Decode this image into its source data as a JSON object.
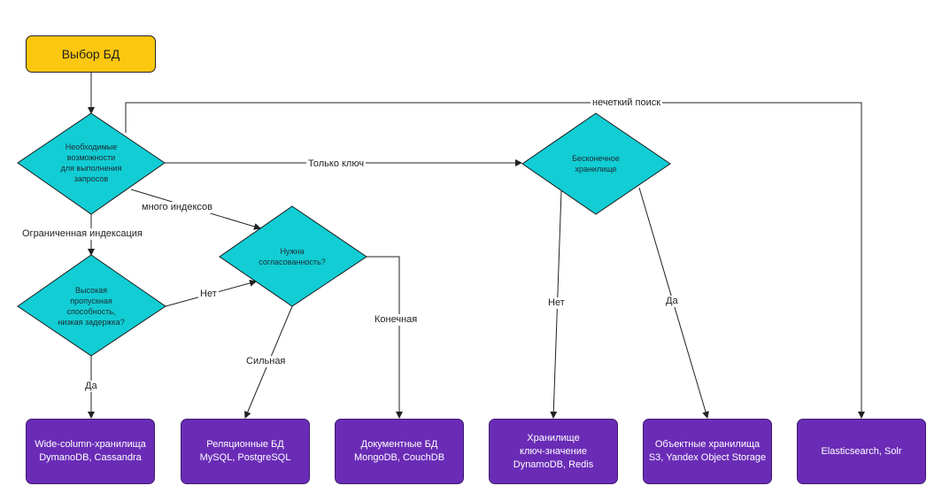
{
  "start": {
    "label": "Выбор БД"
  },
  "decisions": {
    "query": "Необходимые\nвозможности\nдля выполнения\nзапросов",
    "throughput": "Высокая\nпропускная\nспособность,\nнизкая задержка?",
    "consistency": "Нужна\nсогласованность?",
    "storage": "Бесконечное\nхранилище"
  },
  "edges": {
    "fuzzy": "нечеткий поиск",
    "key_only": "Только ключ",
    "many_indexes": "много индексов",
    "limited_indexing": "Ограниченная индексация",
    "no_1": "Нет",
    "yes_1": "Да",
    "strong": "Сильная",
    "eventual": "Конечная",
    "no_2": "Нет",
    "yes_2": "Да"
  },
  "results": {
    "wide_column": "Wide-column-хранилища\nDymanoDB, Cassandra",
    "relational": "Реляционные БД\nMySQL, PostgreSQL",
    "document": "Документные БД\nMongoDB, CouchDB",
    "key_value": "Хранилище\nключ-значение\nDynamoDB, Redis",
    "object": "Объектные хранилища\nS3, Yandex Object Storage",
    "search": "Elasticsearch, Solr"
  },
  "colors": {
    "start": "#fcc70f",
    "decision": "#12cdd4",
    "result": "#6a2cb6",
    "line": "#222222"
  }
}
